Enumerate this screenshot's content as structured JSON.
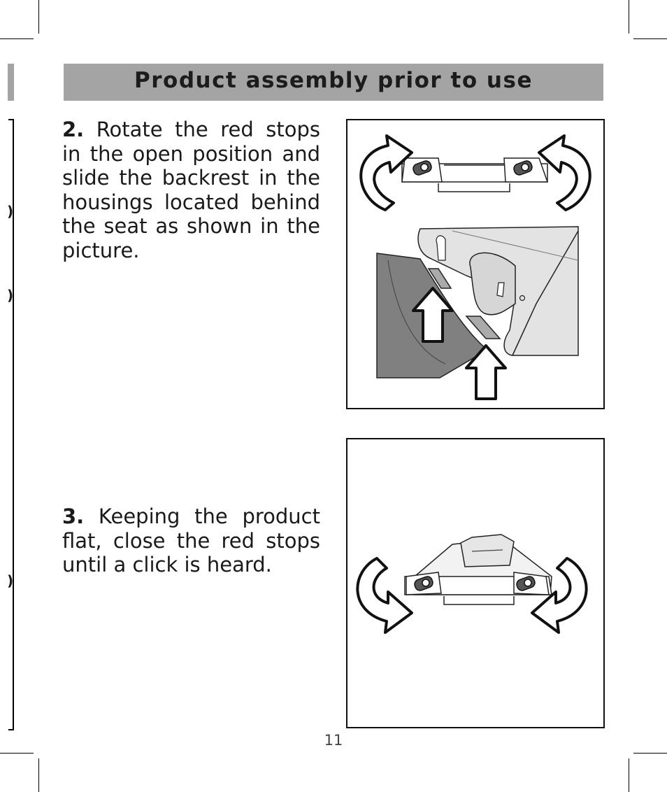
{
  "header": {
    "title": "Product assembly prior to use"
  },
  "steps": [
    {
      "number": "2.",
      "text": "Rotate the red stops in the open position and slide the backrest in the housings located behind the seat as shown in the picture."
    },
    {
      "number": "3.",
      "text": "Keeping the product flat, close the red stops until a click is heard."
    }
  ],
  "figures": [
    {
      "icon": "rotate-open-arrows-illustration"
    },
    {
      "icon": "rotate-close-arrows-illustration"
    }
  ],
  "footer": {
    "page_number": "11"
  },
  "colors": {
    "title_bar": "#a4a4a4",
    "text": "#1a1a1a",
    "backrest": "#808080"
  }
}
